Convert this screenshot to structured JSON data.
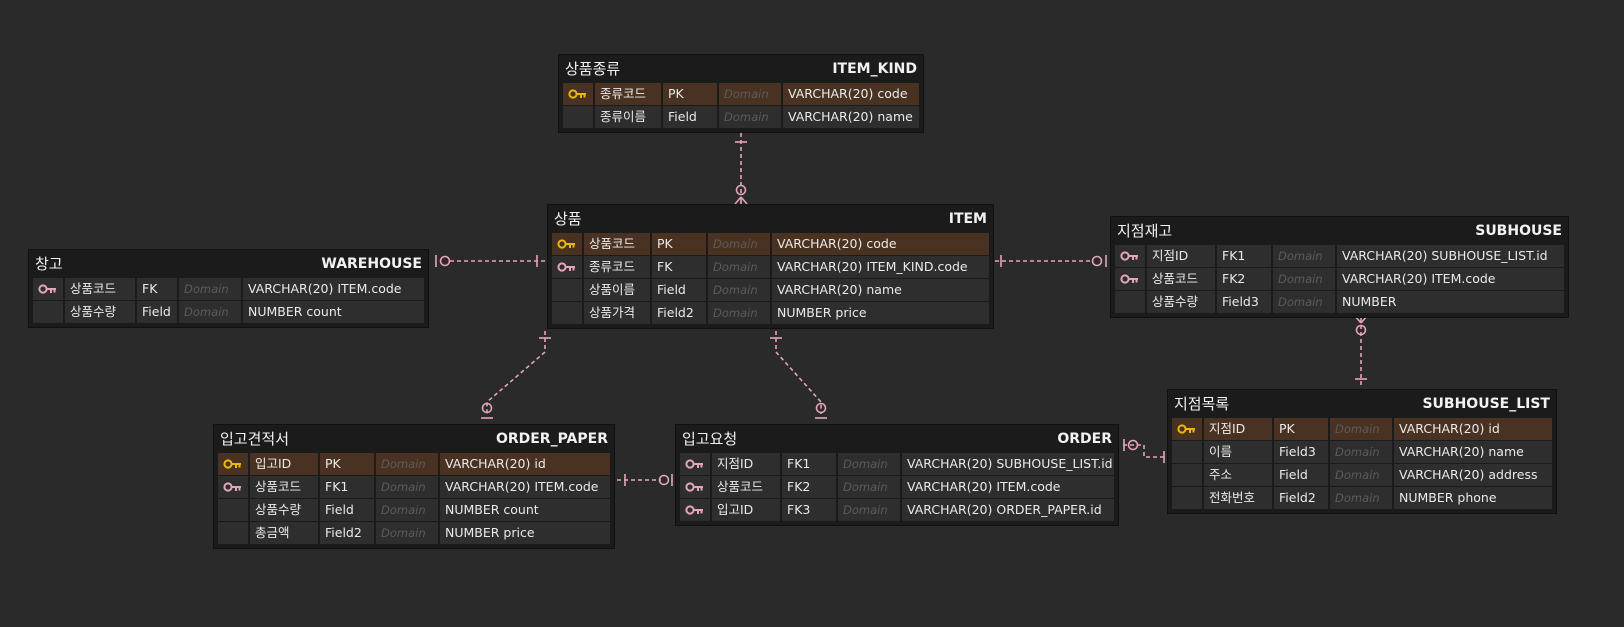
{
  "domain_placeholder": "Domain",
  "colors": {
    "background": "#2a2a2a",
    "entity": "#1b1b1b",
    "pk_row": "#4a3222",
    "pk_key": "#e8b80c",
    "fk_key": "#e3a5b7",
    "relation": "#e3a5b7"
  },
  "entities": {
    "item_kind": {
      "logical": "상품종류",
      "physical": "ITEM_KIND",
      "rows": [
        {
          "key": "pk",
          "name": "종류코드",
          "kind": "PK",
          "type": "VARCHAR(20) code"
        },
        {
          "key": "none",
          "name": "종류이름",
          "kind": "Field",
          "type": "VARCHAR(20) name"
        }
      ]
    },
    "item": {
      "logical": "상품",
      "physical": "ITEM",
      "rows": [
        {
          "key": "pk",
          "name": "상품코드",
          "kind": "PK",
          "type": "VARCHAR(20) code"
        },
        {
          "key": "fk",
          "name": "종류코드",
          "kind": "FK",
          "type": "VARCHAR(20) ITEM_KIND.code"
        },
        {
          "key": "none",
          "name": "상품이름",
          "kind": "Field",
          "type": "VARCHAR(20) name"
        },
        {
          "key": "none",
          "name": "상품가격",
          "kind": "Field2",
          "type": "NUMBER price"
        }
      ]
    },
    "warehouse": {
      "logical": "창고",
      "physical": "WAREHOUSE",
      "rows": [
        {
          "key": "fk",
          "name": "상품코드",
          "kind": "FK",
          "type": "VARCHAR(20) ITEM.code"
        },
        {
          "key": "none",
          "name": "상품수량",
          "kind": "Field",
          "type": "NUMBER count"
        }
      ]
    },
    "subhouse": {
      "logical": "지점재고",
      "physical": "SUBHOUSE",
      "rows": [
        {
          "key": "fk",
          "name": "지점ID",
          "kind": "FK1",
          "type": "VARCHAR(20) SUBHOUSE_LIST.id"
        },
        {
          "key": "fk",
          "name": "상품코드",
          "kind": "FK2",
          "type": "VARCHAR(20) ITEM.code"
        },
        {
          "key": "none",
          "name": "상품수량",
          "kind": "Field3",
          "type": "NUMBER"
        }
      ]
    },
    "subhouse_list": {
      "logical": "지점목록",
      "physical": "SUBHOUSE_LIST",
      "rows": [
        {
          "key": "pk",
          "name": "지점ID",
          "kind": "PK",
          "type": "VARCHAR(20) id"
        },
        {
          "key": "none",
          "name": "이름",
          "kind": "Field3",
          "type": "VARCHAR(20) name"
        },
        {
          "key": "none",
          "name": "주소",
          "kind": "Field",
          "type": "VARCHAR(20) address"
        },
        {
          "key": "none",
          "name": "전화번호",
          "kind": "Field2",
          "type": "NUMBER phone"
        }
      ]
    },
    "order_paper": {
      "logical": "입고견적서",
      "physical": "ORDER_PAPER",
      "rows": [
        {
          "key": "pk",
          "name": "입고ID",
          "kind": "PK",
          "type": "VARCHAR(20) id"
        },
        {
          "key": "fk",
          "name": "상품코드",
          "kind": "FK1",
          "type": "VARCHAR(20) ITEM.code"
        },
        {
          "key": "none",
          "name": "상품수량",
          "kind": "Field",
          "type": "NUMBER count"
        },
        {
          "key": "none",
          "name": "총금액",
          "kind": "Field2",
          "type": "NUMBER price"
        }
      ]
    },
    "order": {
      "logical": "입고요청",
      "physical": "ORDER",
      "rows": [
        {
          "key": "fk",
          "name": "지점ID",
          "kind": "FK1",
          "type": "VARCHAR(20) SUBHOUSE_LIST.id"
        },
        {
          "key": "fk",
          "name": "상품코드",
          "kind": "FK2",
          "type": "VARCHAR(20) ITEM.code"
        },
        {
          "key": "fk",
          "name": "입고ID",
          "kind": "FK3",
          "type": "VARCHAR(20) ORDER_PAPER.id"
        }
      ]
    }
  },
  "relationships": [
    {
      "from": "item_kind",
      "to": "item",
      "from_end": "one",
      "to_end": "zero-or-many"
    },
    {
      "from": "item",
      "to": "warehouse",
      "from_end": "one",
      "to_end": "zero-or-one"
    },
    {
      "from": "item",
      "to": "subhouse",
      "from_end": "one",
      "to_end": "zero-or-one"
    },
    {
      "from": "item",
      "to": "order_paper",
      "from_end": "one",
      "to_end": "zero-or-one"
    },
    {
      "from": "item",
      "to": "order",
      "from_end": "one",
      "to_end": "zero-or-one"
    },
    {
      "from": "subhouse_list",
      "to": "subhouse",
      "from_end": "one",
      "to_end": "zero-or-many"
    },
    {
      "from": "order_paper",
      "to": "order",
      "from_end": "one",
      "to_end": "zero-or-one"
    },
    {
      "from": "subhouse_list",
      "to": "order",
      "from_end": "one",
      "to_end": "zero-or-one"
    }
  ]
}
